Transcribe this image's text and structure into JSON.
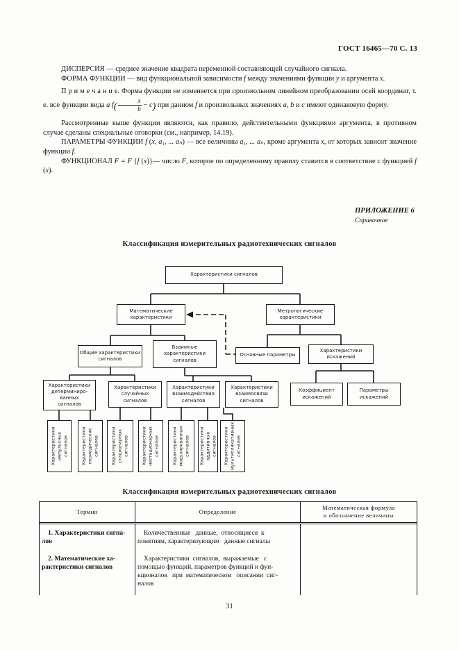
{
  "page": {
    "header": "ГОСТ 16465—70 С. 13",
    "page_number": "31"
  },
  "appendix": {
    "label": "ПРИЛОЖЕНИЕ 6",
    "sublabel": "Справочное"
  },
  "paragraphs": [
    {
      "segments": [
        {
          "t": "ДИСПЕРСИЯ — среднее значение квадрата переменной составляющей случайного сигнала."
        }
      ]
    },
    {
      "segments": [
        {
          "t": "ФОРМА ФУНКЦИИ — вид функциональной зависимости "
        },
        {
          "t": "f",
          "i": 1
        },
        {
          "t": " между значениями функции "
        },
        {
          "t": "у",
          "i": 1
        },
        {
          "t": " и аргумента "
        },
        {
          "t": "х",
          "i": 1
        },
        {
          "t": "."
        }
      ]
    },
    {
      "style": "note",
      "segments": [
        {
          "t": "П р и м е ч а н и е. Форма функции не изменяется при  произвольном  линейном  преобразовании  осей координат, т. е. все функции вида  "
        },
        {
          "t": "a f",
          "i": 1
        },
        {
          "paren": "("
        },
        {
          "frac": [
            "x",
            "b"
          ]
        },
        {
          "t": "− ",
          "i": 0
        },
        {
          "t": "c",
          "i": 1
        },
        {
          "paren": ")"
        },
        {
          "t": "  при данном  "
        },
        {
          "t": "f",
          "i": 1
        },
        {
          "t": "  и  произвольных значениях "
        },
        {
          "t": "a, b",
          "i": 1
        },
        {
          "t": " и "
        },
        {
          "t": "c",
          "i": 1
        },
        {
          "t": "  имеют одинаковую форму."
        }
      ]
    },
    {
      "segments": [
        {
          "t": "Рассмотренные выше функции являются, как правило, действительными функциями аргумента, в противном случае сделаны специальные оговорки (см., например, 14.19)."
        }
      ]
    },
    {
      "segments": [
        {
          "t": "ПАРАМЕТРЫ ФУНКЦИИ "
        },
        {
          "t": "f",
          "i": 1
        },
        {
          "t": " ("
        },
        {
          "t": "x, a₁, ... aₙ",
          "i": 1
        },
        {
          "t": ") — все величины "
        },
        {
          "t": "a₁, ... aₙ",
          "i": 1
        },
        {
          "t": ", кроме аргумента "
        },
        {
          "t": "x",
          "i": 1
        },
        {
          "t": ", от которых зависит значение функции  "
        },
        {
          "t": "f",
          "i": 1
        },
        {
          "t": "."
        }
      ]
    },
    {
      "segments": [
        {
          "t": "ФУНКЦИОНАЛ "
        },
        {
          "t": "F = F",
          "i": 1
        },
        {
          "t": " {"
        },
        {
          "t": "f",
          "i": 1
        },
        {
          "t": " ("
        },
        {
          "t": "x",
          "i": 1
        },
        {
          "t": ")}— число "
        },
        {
          "t": "F",
          "i": 1
        },
        {
          "t": ", которое по  определенному правилу ставится в соответствие с функцией "
        },
        {
          "t": "f",
          "i": 1
        },
        {
          "t": " ("
        },
        {
          "t": "x",
          "i": 1
        },
        {
          "t": ")."
        }
      ]
    }
  ],
  "diagram": {
    "title": "Классификация измерительных радиотехнических сигналов",
    "nodes": {
      "root": "Характеристики сигналов",
      "math": "Математические\nхарактеристики",
      "metro": "Метрологические\nхарактеристики",
      "common": "Общие характеристики\nсигналов",
      "mutual": "Взаимные\nхарактеристики\nсигналов",
      "basic": "Основные параметры",
      "dist": "Характеристики\nискажений",
      "det": "Характеристики\nдетерминиро-\nванных\nсигналов",
      "rand": "Характеристики\nслучайных\nсигналов",
      "inter": "Характеристики\nвзаимодействия\nсигналов",
      "rel": "Характеристики\nвзаимосвязи\nсигналов",
      "coef": "Коэффициент\nискажений",
      "par": "Параметры\nискажений",
      "pulse": "Характеристики\nимпульсных\nсигналов",
      "period": "Характеристики\nпериодических\nсигналов",
      "stat": "Характеристики\nстационарных\nсигналов",
      "nonstat": "Характеристики\nнестационарных\nсигналов",
      "mod": "Характеристики\nмодулированных\nсигналов",
      "add": "Характеристики\nаддитивных\nсигналов",
      "mult": "Характеристики\nмультипликативных\nсигналов"
    }
  },
  "table": {
    "title": "Классификация измерительных радиотехнических сигналов",
    "headers": {
      "term": "Термин",
      "definition": "Определение",
      "formula": "Математическая формула\nи обозначение величины"
    },
    "rows": [
      {
        "term": "1. Характеристики сигна-\nлов",
        "definition": "Количественные   данные,  относящиеся  к\nпонятиям, характеризующим   данные сигналы",
        "formula": ""
      },
      {
        "term": "2.  Математические  ха-\nрактеристики  сигналов",
        "definition": "Характеристики  сигналов,  выражаемые   с\nпомощью функций, параметров функций и фун-\nкционалов   при  математическом   описании  сиг-\nналов",
        "formula": ""
      }
    ]
  }
}
